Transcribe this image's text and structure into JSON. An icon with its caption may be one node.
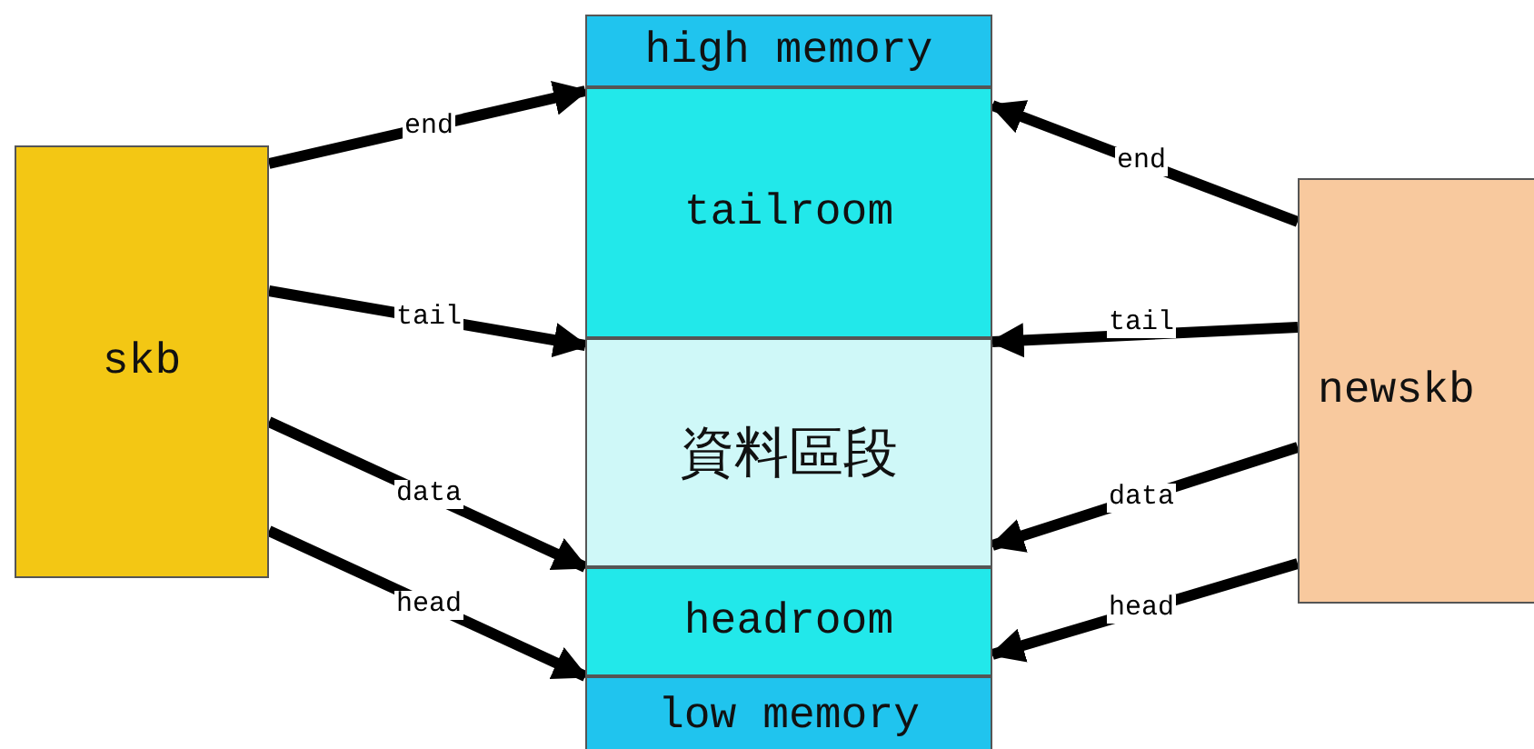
{
  "diagram": {
    "nodes": [
      {
        "text": [
          "skb"
        ]
      },
      {
        "text": [
          "newskb"
        ]
      },
      {
        "text": [
          "high memory"
        ]
      },
      {
        "text": [
          "tailroom"
        ]
      },
      {
        "text": [
          "資料區段"
        ]
      },
      {
        "text": [
          "headroom"
        ]
      },
      {
        "text": [
          "low memory"
        ]
      }
    ],
    "edges": [
      {
        "from": 0,
        "to": 3,
        "arrow": "to",
        "label": "end"
      },
      {
        "from": 0,
        "to": 4,
        "arrow": "to",
        "label": "tail"
      },
      {
        "from": 0,
        "to": 5,
        "arrow": "to",
        "label": "data"
      },
      {
        "from": 0,
        "to": 6,
        "arrow": "to",
        "label": "head"
      },
      {
        "from": 1,
        "to": 3,
        "arrow": "to",
        "label": "end"
      },
      {
        "from": 1,
        "to": 4,
        "arrow": "to",
        "label": "tail"
      },
      {
        "from": 1,
        "to": 5,
        "arrow": "to",
        "label": "data"
      },
      {
        "from": 1,
        "to": 6,
        "arrow": "to",
        "label": "head"
      }
    ]
  }
}
